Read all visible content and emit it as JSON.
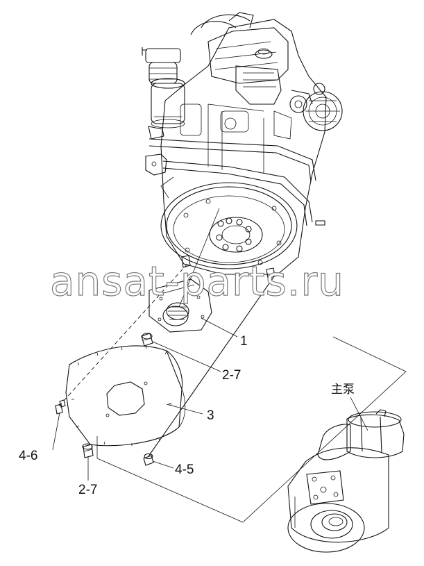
{
  "watermark": "ansat-parts.ru",
  "callouts": {
    "flywheel_coupling": "1",
    "bolt_upper": "2-7",
    "bolt_lower": "2-7",
    "cover_plate": "3",
    "bolt_right": "4-5",
    "bolt_left": "4-6",
    "main_pump": "主泵"
  }
}
